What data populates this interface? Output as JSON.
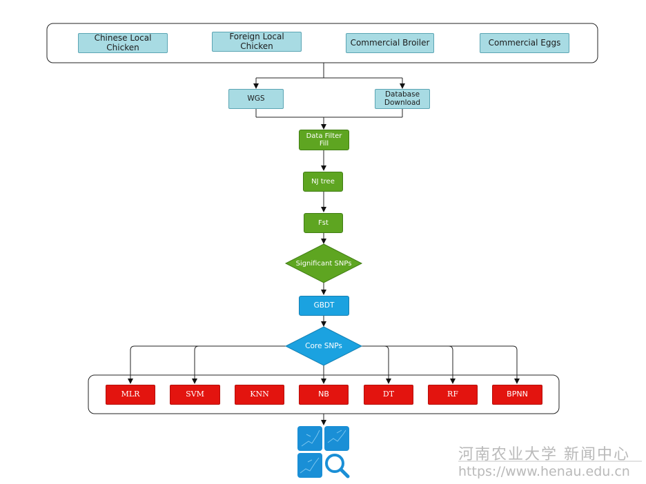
{
  "sources": [
    "Chinese Local Chicken",
    "Foreign Local Chicken",
    "Commercial Broiler",
    "Commercial Eggs"
  ],
  "sequencing": {
    "wgs": "WGS",
    "database_line1": "Database",
    "database_line2": "Download"
  },
  "pipeline": {
    "filter_line1": "Data Filter",
    "filter_line2": "Fill",
    "nj_tree": "NJ tree",
    "fst": "Fst",
    "significant_snps": "Significant SNPs",
    "gbdt": "GBDT",
    "core_snps": "Core SNPs"
  },
  "models": [
    "MLR",
    "SVM",
    "KNN",
    "NB",
    "DT",
    "RF",
    "BPNN"
  ],
  "icons": [
    "chicken-map-icon",
    "chicken-map-icon",
    "chicken-map-icon",
    "magnifier-icon"
  ],
  "watermark": {
    "line1": "河南农业大学 新闻中心",
    "line2": "https://www.henau.edu.cn"
  },
  "colors": {
    "teal_box": "#a8dbe3",
    "green_box": "#5ea521",
    "blue_box": "#1ba2e0",
    "red_box": "#e3140f",
    "icon_blue": "#1a8fd6"
  }
}
